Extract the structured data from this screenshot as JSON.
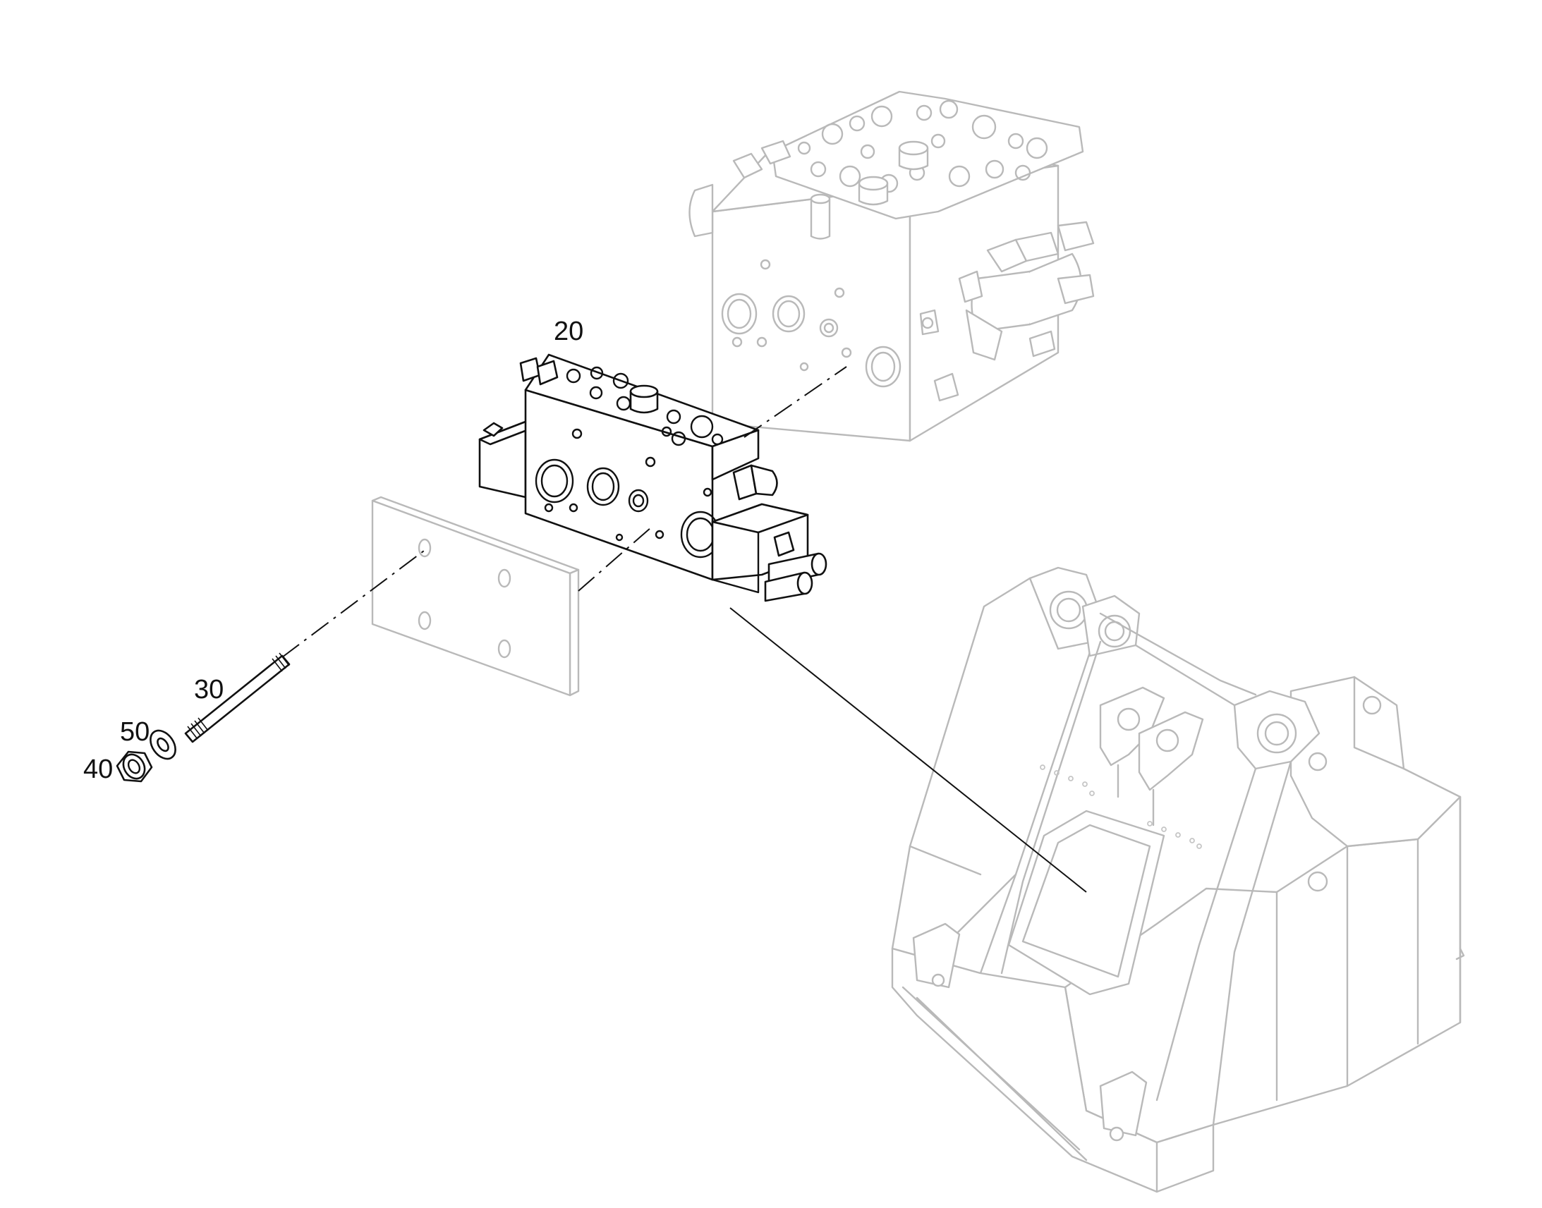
{
  "callouts": {
    "item_20": "20",
    "item_30": "30",
    "item_50": "50",
    "item_40": "40"
  },
  "colors": {
    "part_stroke": "#111111",
    "context_stroke": "#b9b9b9",
    "background": "#ffffff"
  }
}
